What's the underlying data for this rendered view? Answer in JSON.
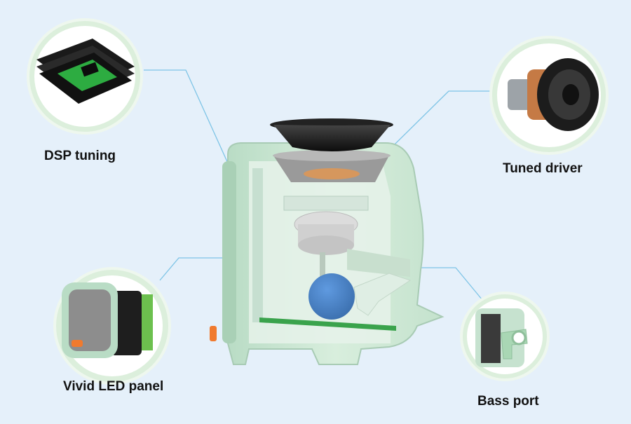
{
  "labels": {
    "dsp": "DSP tuning",
    "driver": "Tuned driver",
    "led": "Vivid LED panel",
    "bass": "Bass port"
  },
  "colors": {
    "background": "#e5f0fa",
    "callout_line": "#7ec4e6",
    "speaker_body": "#cfe7d6",
    "pcb_green": "#3fd24e",
    "accent_orange": "#f07a2e",
    "bass_port_blue": "#4a86cc"
  }
}
